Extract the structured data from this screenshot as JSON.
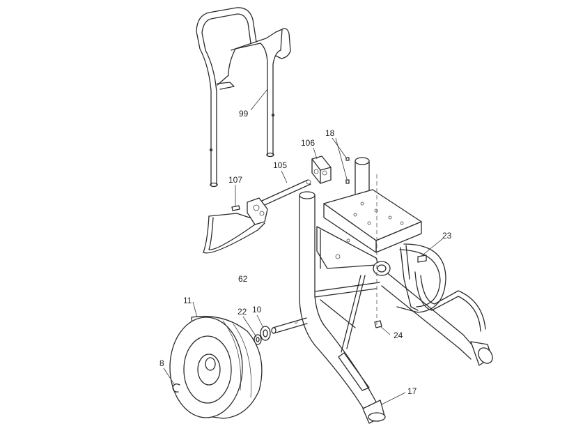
{
  "diagram": {
    "callouts": [
      {
        "id": "c99",
        "text": "99"
      },
      {
        "id": "c18",
        "text": "18"
      },
      {
        "id": "c106",
        "text": "106"
      },
      {
        "id": "c105",
        "text": "105"
      },
      {
        "id": "c107",
        "text": "107"
      },
      {
        "id": "c23",
        "text": "23"
      },
      {
        "id": "c62",
        "text": "62"
      },
      {
        "id": "c11",
        "text": "11"
      },
      {
        "id": "c22",
        "text": "22"
      },
      {
        "id": "c10",
        "text": "10"
      },
      {
        "id": "c24",
        "text": "24"
      },
      {
        "id": "c8",
        "text": "8"
      },
      {
        "id": "c17",
        "text": "17"
      }
    ]
  }
}
